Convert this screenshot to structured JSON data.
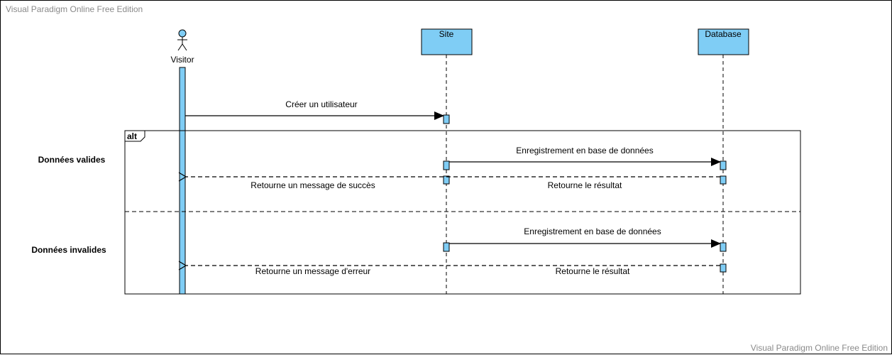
{
  "watermark": "Visual Paradigm Online Free Edition",
  "participants": {
    "visitor": "Visitor",
    "site": "Site",
    "database": "Database"
  },
  "messages": {
    "create_user": "Créer un utilisateur",
    "save_db_1": "Enregistrement en base de données",
    "return_result_1": "Retourne le résultat",
    "return_success": "Retourne un message de succès",
    "save_db_2": "Enregistrement en base de données",
    "return_result_2": "Retourne le résultat",
    "return_error": "Retourne un message d'erreur"
  },
  "fragment": {
    "operator": "alt",
    "guard_valid": "Données valides",
    "guard_invalid": "Données invalides"
  },
  "colors": {
    "lifeline_fill": "#7fcdf5",
    "stroke": "#000000"
  }
}
